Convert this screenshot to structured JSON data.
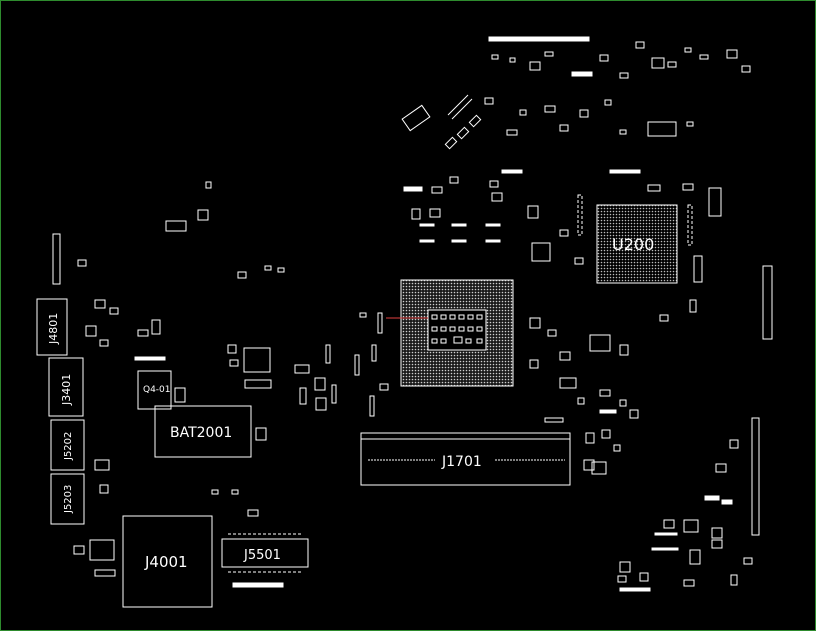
{
  "colors": {
    "background": "#000000",
    "outline": "#2e8b2e",
    "trace": "#ffffff",
    "accent": "#e04040"
  },
  "components": {
    "U200": "U200",
    "J1701": "J1701",
    "BAT2001": "BAT2001",
    "J4001": "J4001",
    "J5501": "J5501",
    "J4801": "J4801",
    "J3401": "J3401",
    "J5202": "J5202",
    "J5203": "J5203",
    "Q4001": "Q4-01"
  }
}
